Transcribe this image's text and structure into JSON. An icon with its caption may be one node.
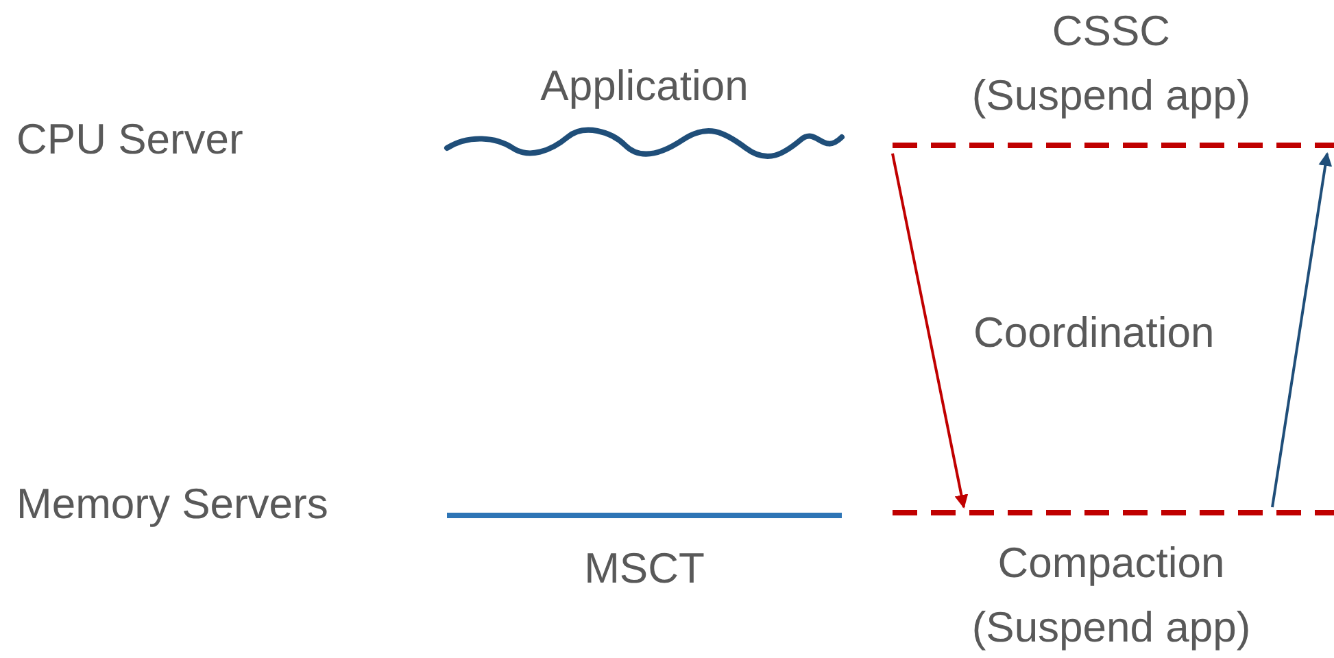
{
  "diagram": {
    "nodes": [
      {
        "text": [
          "Application"
        ]
      },
      {
        "text": [
          "MSCT"
        ]
      },
      {
        "text": [
          "CSSC (Suspend app)"
        ]
      },
      {
        "text": [
          "Compaction (Suspend app)"
        ]
      }
    ],
    "edges": [
      {
        "from": 2,
        "to": 3,
        "arrow": "to",
        "color": "#c00000"
      },
      {
        "from": 3,
        "to": 2,
        "arrow": "to",
        "color": "#1f4e79"
      }
    ],
    "labels": [
      "CPU Server",
      "Memory Servers",
      "Coordination"
    ]
  }
}
